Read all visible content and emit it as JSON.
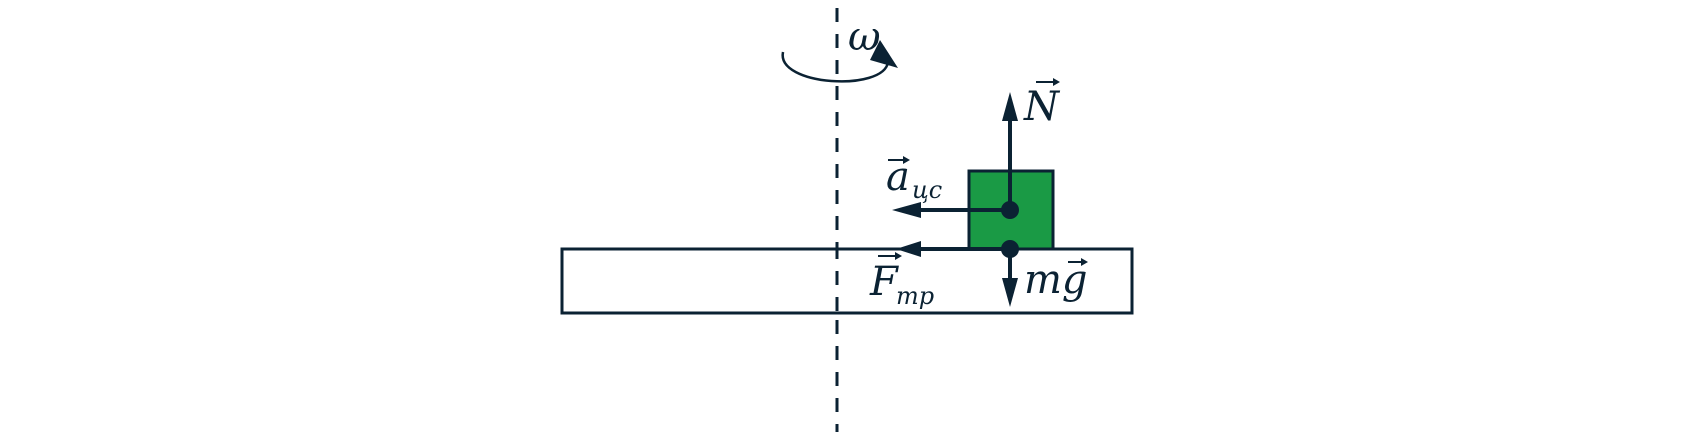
{
  "colors": {
    "ink": "#0b2233",
    "block_fill": "#1a9a45"
  },
  "labels": {
    "omega": "ω",
    "normal_force": "N",
    "accel_main": "a",
    "accel_sub": "цс",
    "friction_main": "F",
    "friction_sub": "тр",
    "gravity": "mg"
  }
}
